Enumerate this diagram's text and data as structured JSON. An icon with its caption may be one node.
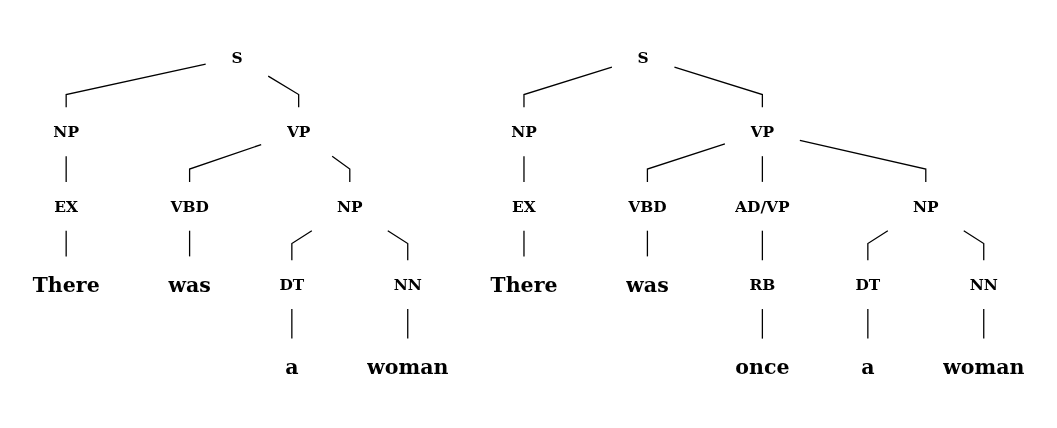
{
  "diagram": {
    "nodes": [
      {
        "text": [
          "S"
        ]
      },
      {
        "text": [
          "NP"
        ]
      },
      {
        "text": [
          "VP"
        ]
      },
      {
        "text": [
          "EX"
        ]
      },
      {
        "text": [
          "VBD"
        ]
      },
      {
        "text": [
          "NP"
        ]
      },
      {
        "text": [
          "DT"
        ]
      },
      {
        "text": [
          "NN"
        ]
      },
      {
        "text": [
          "There"
        ]
      },
      {
        "text": [
          "was"
        ]
      },
      {
        "text": [
          "a"
        ]
      },
      {
        "text": [
          "woman"
        ]
      },
      {
        "text": [
          "S"
        ]
      },
      {
        "text": [
          "NP"
        ]
      },
      {
        "text": [
          "VP"
        ]
      },
      {
        "text": [
          "EX"
        ]
      },
      {
        "text": [
          "VBD"
        ]
      },
      {
        "text": [
          "AD/VP"
        ]
      },
      {
        "text": [
          "NP"
        ]
      },
      {
        "text": [
          "RB"
        ]
      },
      {
        "text": [
          "DT"
        ]
      },
      {
        "text": [
          "NN"
        ]
      },
      {
        "text": [
          "There"
        ]
      },
      {
        "text": [
          "was"
        ]
      },
      {
        "text": [
          "once"
        ]
      },
      {
        "text": [
          "a"
        ]
      },
      {
        "text": [
          "woman"
        ]
      }
    ],
    "edges": [
      {
        "from": 0,
        "to": 1,
        "arrow": "none"
      },
      {
        "from": 0,
        "to": 2,
        "arrow": "none"
      },
      {
        "from": 1,
        "to": 3,
        "arrow": "none"
      },
      {
        "from": 2,
        "to": 4,
        "arrow": "none"
      },
      {
        "from": 2,
        "to": 5,
        "arrow": "none"
      },
      {
        "from": 5,
        "to": 6,
        "arrow": "none"
      },
      {
        "from": 5,
        "to": 7,
        "arrow": "none"
      },
      {
        "from": 3,
        "to": 8,
        "arrow": "none"
      },
      {
        "from": 4,
        "to": 9,
        "arrow": "none"
      },
      {
        "from": 6,
        "to": 10,
        "arrow": "none"
      },
      {
        "from": 7,
        "to": 11,
        "arrow": "none"
      },
      {
        "from": 12,
        "to": 13,
        "arrow": "none"
      },
      {
        "from": 12,
        "to": 14,
        "arrow": "none"
      },
      {
        "from": 13,
        "to": 15,
        "arrow": "none"
      },
      {
        "from": 14,
        "to": 16,
        "arrow": "none"
      },
      {
        "from": 14,
        "to": 17,
        "arrow": "none"
      },
      {
        "from": 14,
        "to": 18,
        "arrow": "none"
      },
      {
        "from": 17,
        "to": 19,
        "arrow": "none"
      },
      {
        "from": 18,
        "to": 20,
        "arrow": "none"
      },
      {
        "from": 18,
        "to": 21,
        "arrow": "none"
      },
      {
        "from": 15,
        "to": 22,
        "arrow": "none"
      },
      {
        "from": 16,
        "to": 23,
        "arrow": "none"
      },
      {
        "from": 19,
        "to": 24,
        "arrow": "none"
      },
      {
        "from": 20,
        "to": 25,
        "arrow": "none"
      },
      {
        "from": 21,
        "to": 26,
        "arrow": "none"
      }
    ]
  }
}
